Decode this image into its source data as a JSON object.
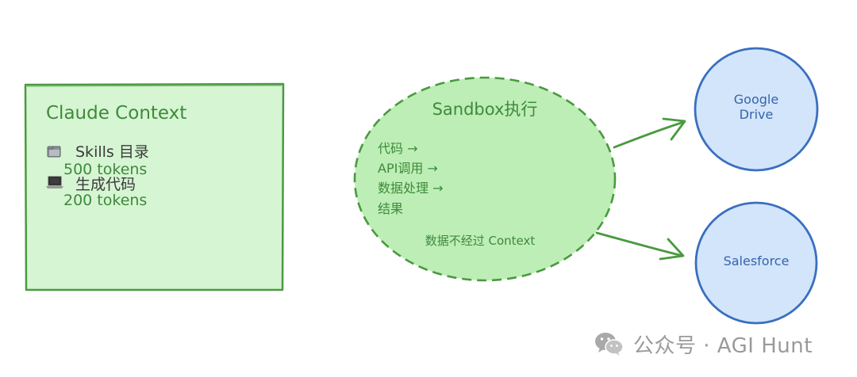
{
  "context_box": {
    "title": "Claude Context",
    "items": [
      {
        "icon": "folder-icon",
        "label": "Skills 目录",
        "detail": "500 tokens"
      },
      {
        "icon": "laptop-icon",
        "label": "生成代码",
        "detail": "200 tokens"
      }
    ]
  },
  "sandbox": {
    "title": "Sandbox执行",
    "steps": [
      "代码 →",
      "API调用 →",
      "数据处理 →",
      "结果"
    ],
    "note": "数据不经过 Context"
  },
  "targets": [
    {
      "label_line1": "Google",
      "label_line2": "Drive"
    },
    {
      "label_line1": "Salesforce",
      "label_line2": ""
    }
  ],
  "watermark": {
    "text": "公众号 · AGI Hunt"
  },
  "colors": {
    "green_fill": "#d6f5d3",
    "green_stroke": "#4a9a3f",
    "sandbox_fill": "#bdeeb6",
    "blue_fill": "#d3e5fa",
    "blue_stroke": "#3a6fbf",
    "arrow": "#4a9a3f",
    "text_green": "#3f8a3a",
    "text_blue": "#3564ad",
    "watermark": "#9a9a9a"
  }
}
